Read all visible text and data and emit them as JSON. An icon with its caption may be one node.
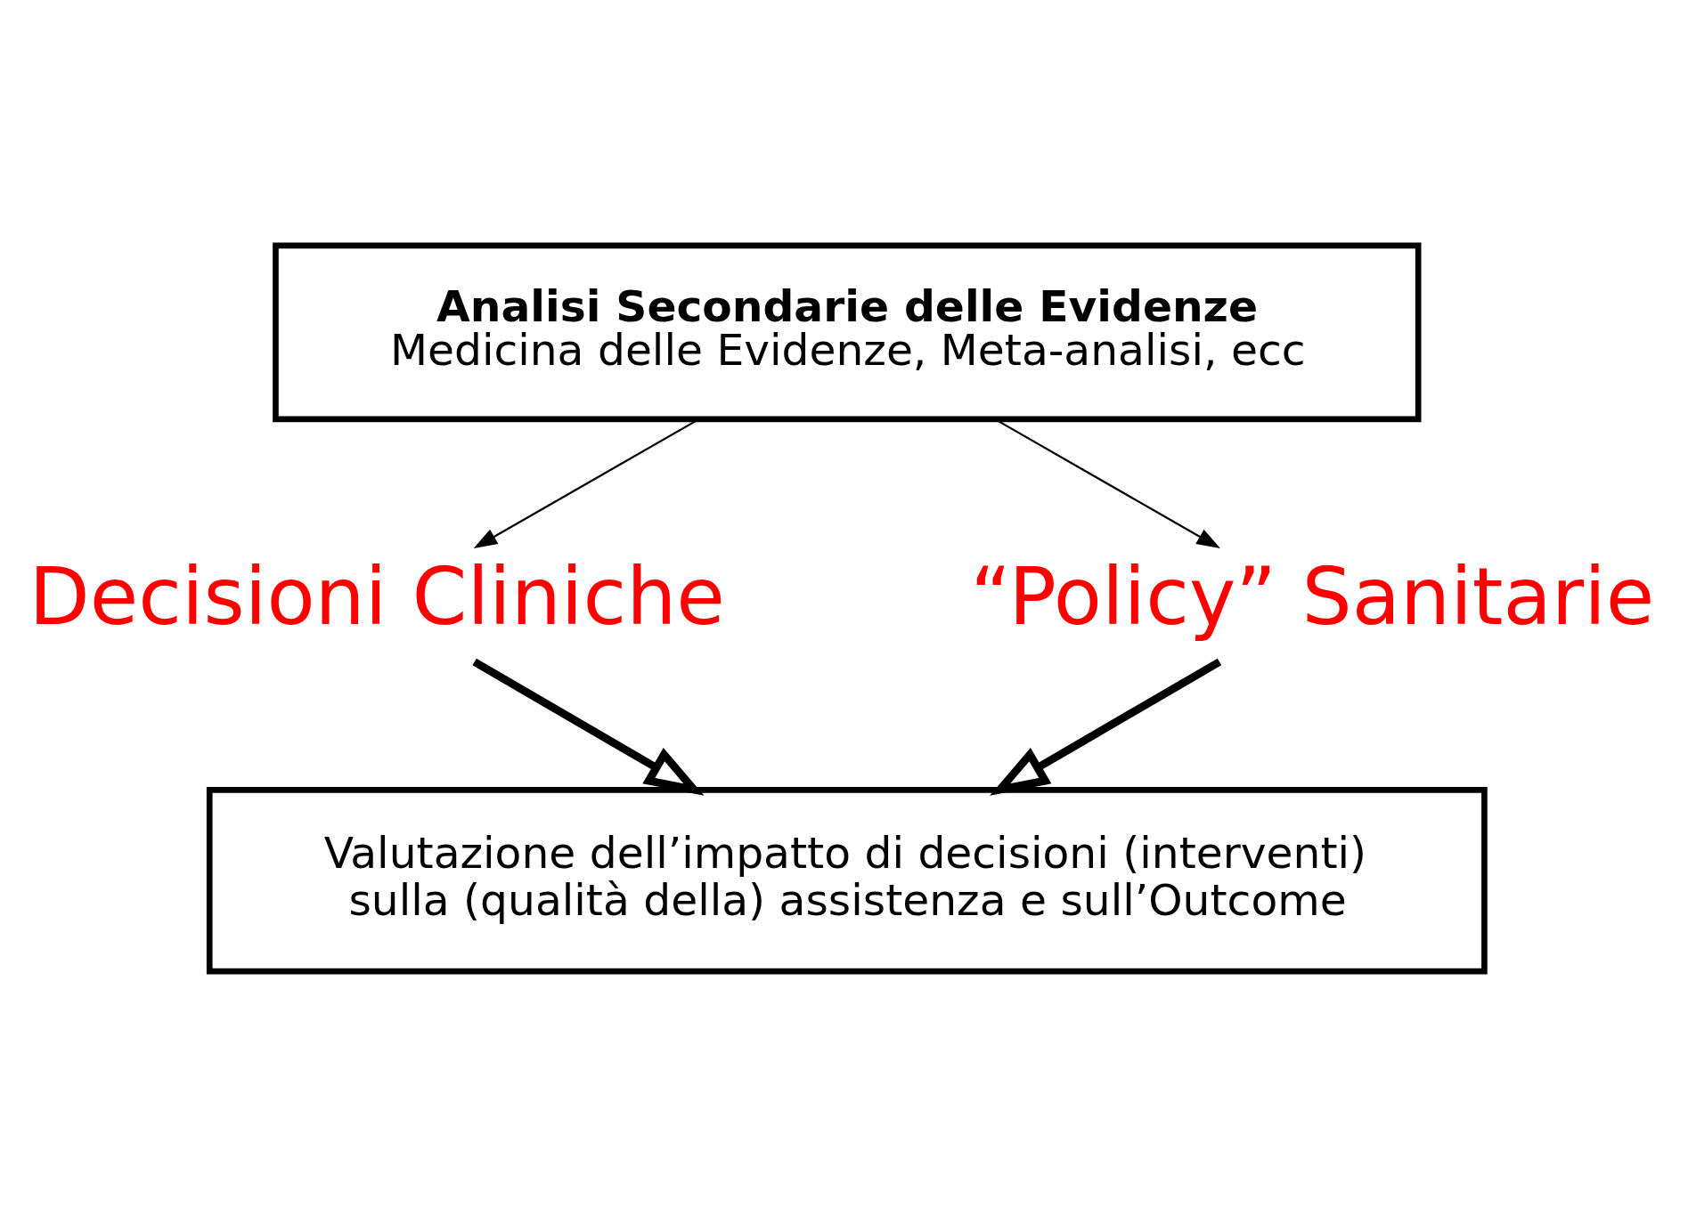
{
  "diagram": {
    "nodes": [
      {
        "text": [
          "Analisi Secondarie delle Evidenze",
          "Medicina delle Evidenze, Meta-analisi, ecc"
        ]
      },
      {
        "text": [
          "Decisioni Cliniche"
        ]
      },
      {
        "text": [
          "“Policy” Sanitarie"
        ]
      },
      {
        "text": [
          "Valutazione dell’impatto di decisioni (interventi) sulla (qualità della) assistenza e sull’Outcome"
        ]
      }
    ],
    "edges": [
      {
        "from": 0,
        "to": 1,
        "arrow": "to"
      },
      {
        "from": 0,
        "to": 2,
        "arrow": "to"
      },
      {
        "from": 1,
        "to": 3,
        "arrow": "to",
        "style": "thick"
      },
      {
        "from": 2,
        "to": 3,
        "arrow": "to",
        "style": "thick"
      }
    ]
  }
}
